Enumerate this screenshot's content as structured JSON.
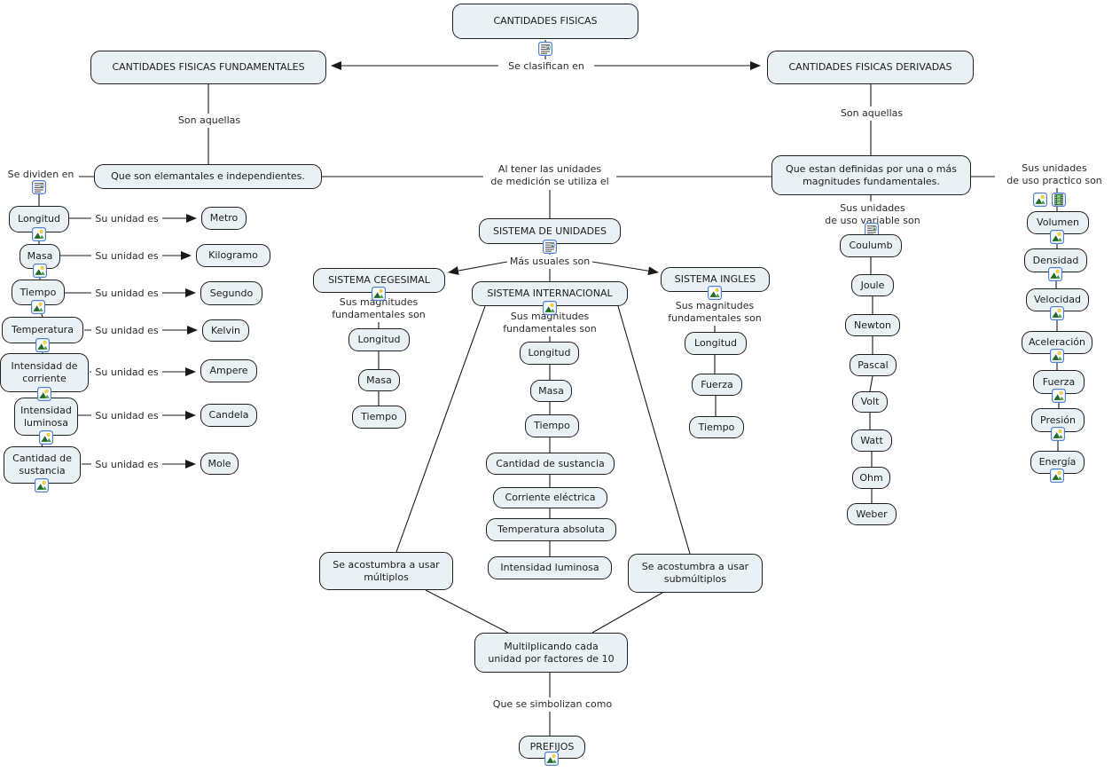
{
  "map_title": "CANTIDADES FISICAS",
  "colors": {
    "node_fill": "#e9f1f5",
    "node_border": "#1f1f1f",
    "line": "#1a1a1a",
    "icon_border": "#4f81d1"
  },
  "links": {
    "se_clasifican": "Se clasifican en",
    "son_aquellas": "Son aquellas",
    "se_dividen": "Se dividen en",
    "su_unidad_es": "Su unidad es",
    "al_tener_l1": "Al tener las unidades",
    "al_tener_l2": "de medición se utiliza el",
    "mas_usuales": "Más usuales son",
    "sus_magnitudes_l1": "Sus magnitudes",
    "sus_magnitudes_l2": "fundamentales son",
    "uso_variable_l1": "Sus unidades",
    "uso_variable_l2": "de uso variable son",
    "uso_practico_l1": "Sus unidades",
    "uso_practico_l2": "de uso practico son",
    "que_se_simbolizan": "Que se simbolizan como"
  },
  "fundamental": {
    "node": "CANTIDADES FISICAS FUNDAMENTALES",
    "definition": "Que son elemantales e independientes.",
    "quantities": [
      "Longitud",
      "Masa",
      "Tiempo",
      "Temperatura",
      "Intensidad de corriente",
      "Intensidad luminosa",
      "Cantidad de sustancia"
    ],
    "units": [
      "Metro",
      "Kilogramo",
      "Segundo",
      "Kelvin",
      "Ampere",
      "Candela",
      "Mole"
    ]
  },
  "derived": {
    "node": "CANTIDADES FISICAS DERIVADAS",
    "definition": "Que estan definidas por una o más magnitudes fundamentales.",
    "variable_units": [
      "Coulumb",
      "Joule",
      "Newton",
      "Pascal",
      "Volt",
      "Watt",
      "Ohm",
      "Weber"
    ],
    "practical_units": [
      "Volumen",
      "Densidad",
      "Velocidad",
      "Aceleración",
      "Fuerza",
      "Presión",
      "Energía"
    ]
  },
  "systems": {
    "node": "SISTEMA DE UNIDADES",
    "cegesimal": {
      "node": "SISTEMA CEGESIMAL",
      "magnitudes": [
        "Longitud",
        "Masa",
        "Tiempo"
      ]
    },
    "internacional": {
      "node": "SISTEMA INTERNACIONAL",
      "magnitudes": [
        "Longitud",
        "Masa",
        "Tiempo",
        "Cantidad de sustancia",
        "Corriente eléctrica",
        "Temperatura absoluta",
        "Intensidad luminosa"
      ]
    },
    "ingles": {
      "node": "SISTEMA INGLES",
      "magnitudes": [
        "Longitud",
        "Fuerza",
        "Tiempo"
      ]
    }
  },
  "prefixes": {
    "multiplos": "Se acostumbra a usar múltiplos",
    "submultiplos": "Se acostumbra a usar submúltiplos",
    "multiplicando": "Multilplicando cada unidad por factores de 10",
    "node": "PREFIJOS"
  },
  "icons": {
    "image_resource": "picture (mountain and sun)",
    "document_resource": "document with image corner",
    "video_resource": "film strip"
  }
}
